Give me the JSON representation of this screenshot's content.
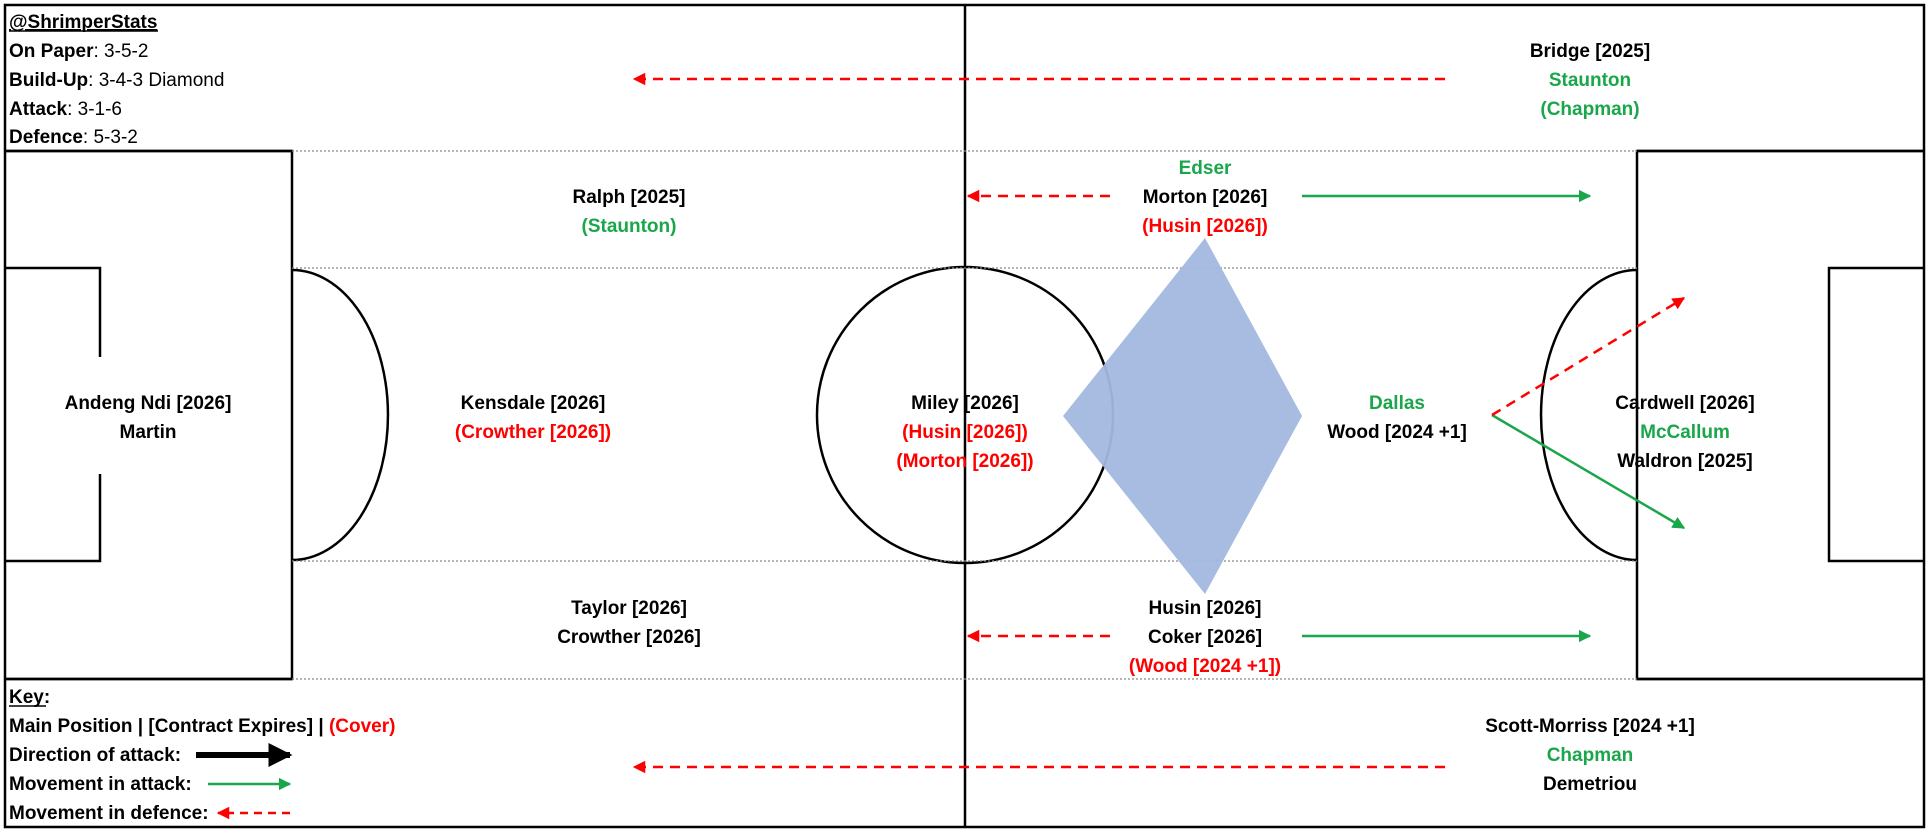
{
  "credit": "@ShrimperStats",
  "formation_info": [
    {
      "label": "On Paper",
      "value": "3-5-2"
    },
    {
      "label": "Build-Up",
      "value": "3-4-3 Diamond"
    },
    {
      "label": "Attack",
      "value": "3-1-6"
    },
    {
      "label": "Defence",
      "value": "5-3-2"
    }
  ],
  "players": {
    "gk": {
      "main": "Andeng Ndi [2026]",
      "alt": "Martin"
    },
    "cb_right": {
      "main": "Ralph [2025]",
      "cover": "(Staunton)"
    },
    "cb_center": {
      "main": "Kensdale [2026]",
      "cover": "(Crowther [2026])"
    },
    "cb_left": {
      "main": "Taylor [2026]",
      "alt": "Crowther [2026]"
    },
    "rwb": {
      "main": "Bridge [2025]",
      "alt_green": "Staunton",
      "cover_green": "(Chapman)"
    },
    "lwb": {
      "main": "Scott-Morriss [2024 +1]",
      "alt_green": "Chapman",
      "alt": "Demetriou"
    },
    "dm": {
      "main": "Miley [2026]",
      "cover1": "(Husin [2026])",
      "cover2": "(Morton [2026])"
    },
    "rcm": {
      "top_green": "Edser",
      "main": "Morton [2026]",
      "cover": "(Husin [2026])"
    },
    "lcm": {
      "main": "Husin [2026]",
      "alt": "Coker [2026]",
      "cover": "(Wood [2024 +1])"
    },
    "am": {
      "top_green": "Dallas",
      "main": "Wood [2024 +1]"
    },
    "st": {
      "main": "Cardwell [2026]",
      "alt_green": "McCallum",
      "alt": "Waldron [2025]"
    }
  },
  "key": {
    "title": "Key:",
    "legend_main": "Main Position | [Contract Expires] |",
    "legend_cover": "(Cover)",
    "direction": "Direction of attack:",
    "attack": "Movement in attack:",
    "defence": "Movement in defence:"
  },
  "colors": {
    "green": "#1aa64a",
    "red": "#ff0000",
    "diamond": "#a3b8e0"
  }
}
